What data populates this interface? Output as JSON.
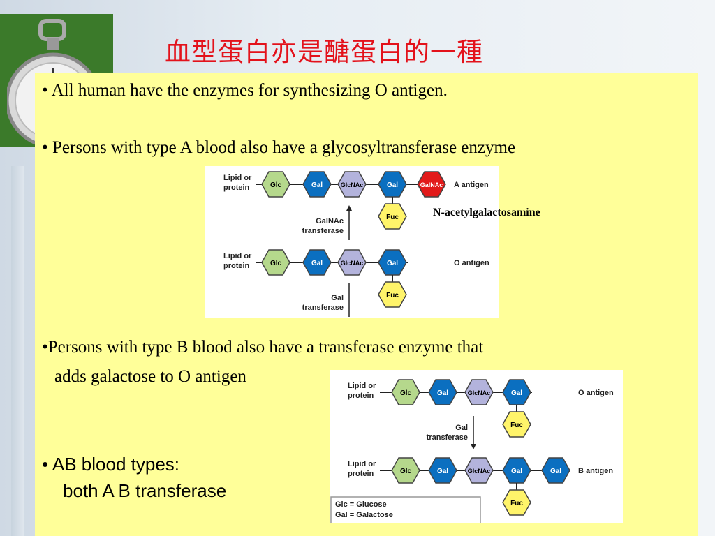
{
  "title": "血型蛋白亦是醣蛋白的一種",
  "bullets": {
    "b1": "• All human have the enzymes for synthesizing O antigen.",
    "b2": "• Persons with type A blood also have a glycosyltransferase enzyme",
    "b3_line1": "•Persons with type B blood also have a transferase enzyme that",
    "b3_line2": "adds galactose to O antigen",
    "b4_line1": "• AB blood types:",
    "b4_line2": "both A B transferase"
  },
  "annotation": "N-acetylgalactosamine",
  "figure_a": {
    "lipid": "Lipid or",
    "protein": "protein",
    "glc": "Glc",
    "gal": "Gal",
    "glcnac": "GlcNAc",
    "galnac": "GalNAc",
    "fuc": "Fuc",
    "a_antigen": "A antigen",
    "o_antigen": "O antigen",
    "galnac_transferase_1": "GalNAc",
    "galnac_transferase_2": "transferase",
    "gal_transferase_1": "Gal",
    "gal_transferase_2": "transferase"
  },
  "figure_b": {
    "lipid": "Lipid or",
    "protein": "protein",
    "glc": "Glc",
    "gal": "Gal",
    "glcnac": "GlcNAc",
    "fuc": "Fuc",
    "o_antigen": "O antigen",
    "b_antigen": "B antigen",
    "gal_transferase_1": "Gal",
    "gal_transferase_2": "transferase",
    "legend_glc": "Glc = Glucose",
    "legend_gal": "Gal = Galactose"
  },
  "colors": {
    "glc": "#b5d88c",
    "gal": "#0b6fc0",
    "glcnac": "#b3b3dc",
    "galnac": "#e21a1a",
    "fuc": "#fff46a",
    "title": "#e3121b",
    "panel": "#ffff99"
  }
}
